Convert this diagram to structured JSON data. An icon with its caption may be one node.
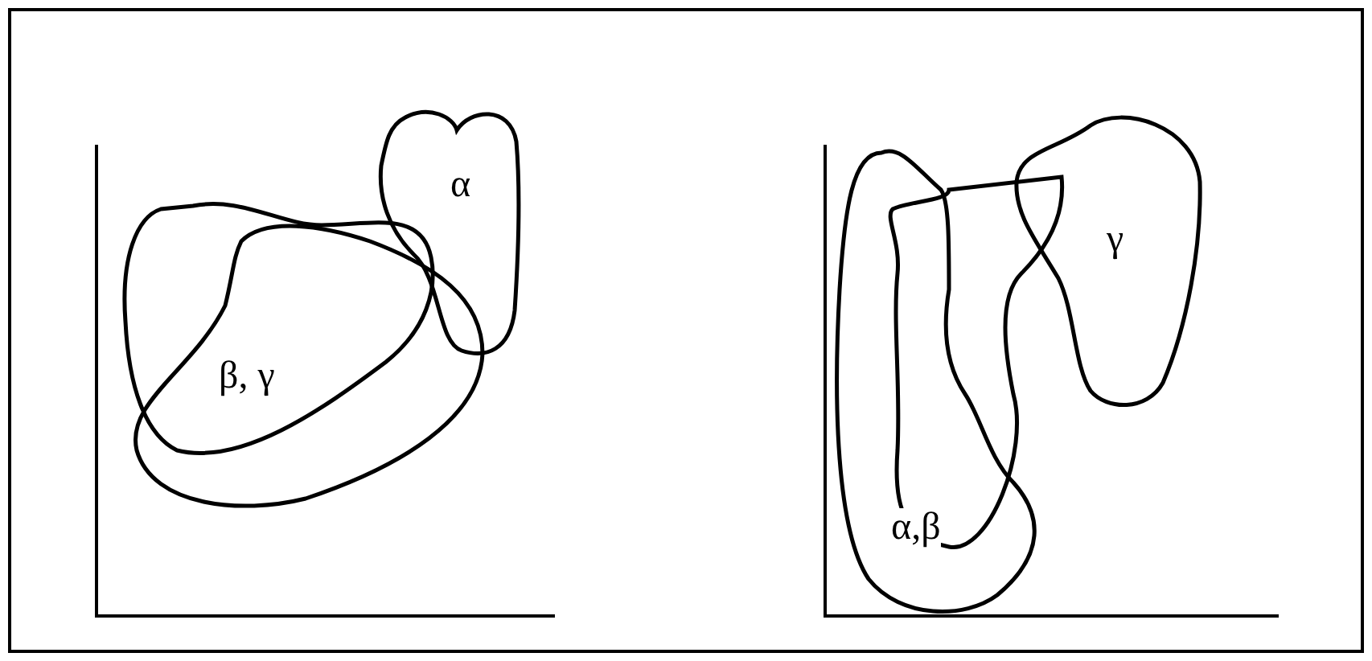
{
  "diagram": {
    "nodes": [
      {
        "text": [
          "α"
        ]
      },
      {
        "text": [
          "γ"
        ]
      }
    ],
    "labels": [
      "β, γ",
      "α,β"
    ]
  }
}
